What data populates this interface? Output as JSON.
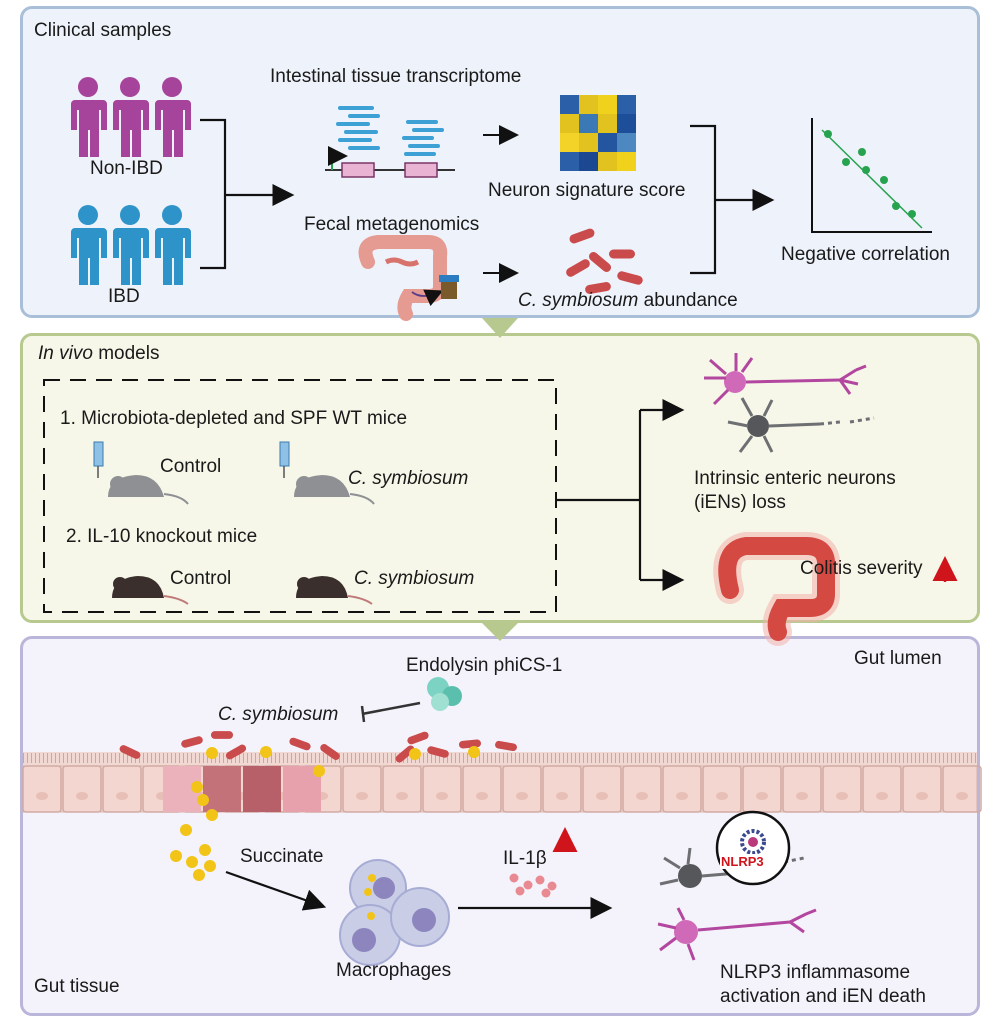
{
  "panel1": {
    "title": "Clinical samples",
    "transcriptome": "Intestinal tissue transcriptome",
    "non_ibd": "Non-IBD",
    "ibd": "IBD",
    "neuron_score": "Neuron signature score",
    "fecal": "Fecal metagenomics",
    "abundance_species": "C. symbiosum",
    "abundance_suffix": "abundance",
    "correlation": "Negative correlation"
  },
  "panel2": {
    "title_italic": "In vivo",
    "title_rest": "models",
    "item1": "1.  Microbiota-depleted and SPF WT mice",
    "item1_control": "Control",
    "item1_treat": "C. symbiosum",
    "item2": "2. IL-10 knockout mice",
    "item2_control": "Control",
    "item2_treat": "C. symbiosum",
    "outcome_neurons_line1": "Intrinsic enteric neurons",
    "outcome_neurons_line2": "(iENs) loss",
    "outcome_colitis": "Colitis severity"
  },
  "panel3": {
    "endolysin": "Endolysin phiCS-1",
    "gut_lumen": "Gut lumen",
    "species": "C. symbiosum",
    "succinate": "Succinate",
    "il1b": "IL-1β",
    "macrophages": "Macrophages",
    "nlrp3": "NLRP3",
    "outcome_line1": "NLRP3 inflammasome",
    "outcome_line2": "activation and iEN death",
    "gut_tissue": "Gut tissue"
  },
  "colors": {
    "non_ibd_person": "#a6439a",
    "ibd_person": "#2e93c8",
    "bacteria": "#c94b4b",
    "succinate": "#f2c417",
    "increase_arrow": "#d0141b"
  }
}
